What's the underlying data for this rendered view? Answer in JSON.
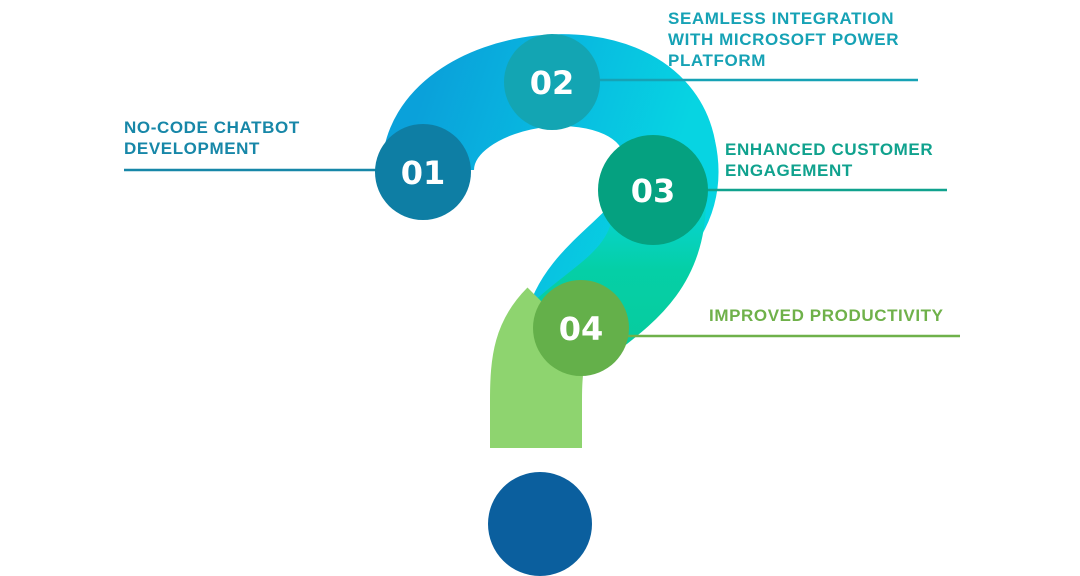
{
  "steps": [
    {
      "number": "01",
      "lines": [
        "NO-CODE CHATBOT",
        "DEVELOPMENT"
      ],
      "color": "#1787a8",
      "circle_color": "#0e7ea4"
    },
    {
      "number": "02",
      "lines": [
        "SEAMLESS INTEGRATION",
        "WITH MICROSOFT POWER",
        "PLATFORM"
      ],
      "color": "#16a2b5",
      "circle_color": "#13a5b3"
    },
    {
      "number": "03",
      "lines": [
        "ENHANCED CUSTOMER",
        "ENGAGEMENT"
      ],
      "color": "#10a28e",
      "circle_color": "#05a180"
    },
    {
      "number": "04",
      "lines": [
        "IMPROVED PRODUCTIVITY"
      ],
      "color": "#6fb14a",
      "circle_color": "#64b04a"
    }
  ],
  "shape_colors": {
    "hook_blue": "#0aa1da",
    "hook_cyan": "#07d3e3",
    "stem_teal": "#06cdb0",
    "stem_green": "#8ed46f",
    "dot": "#0b5f9e"
  }
}
